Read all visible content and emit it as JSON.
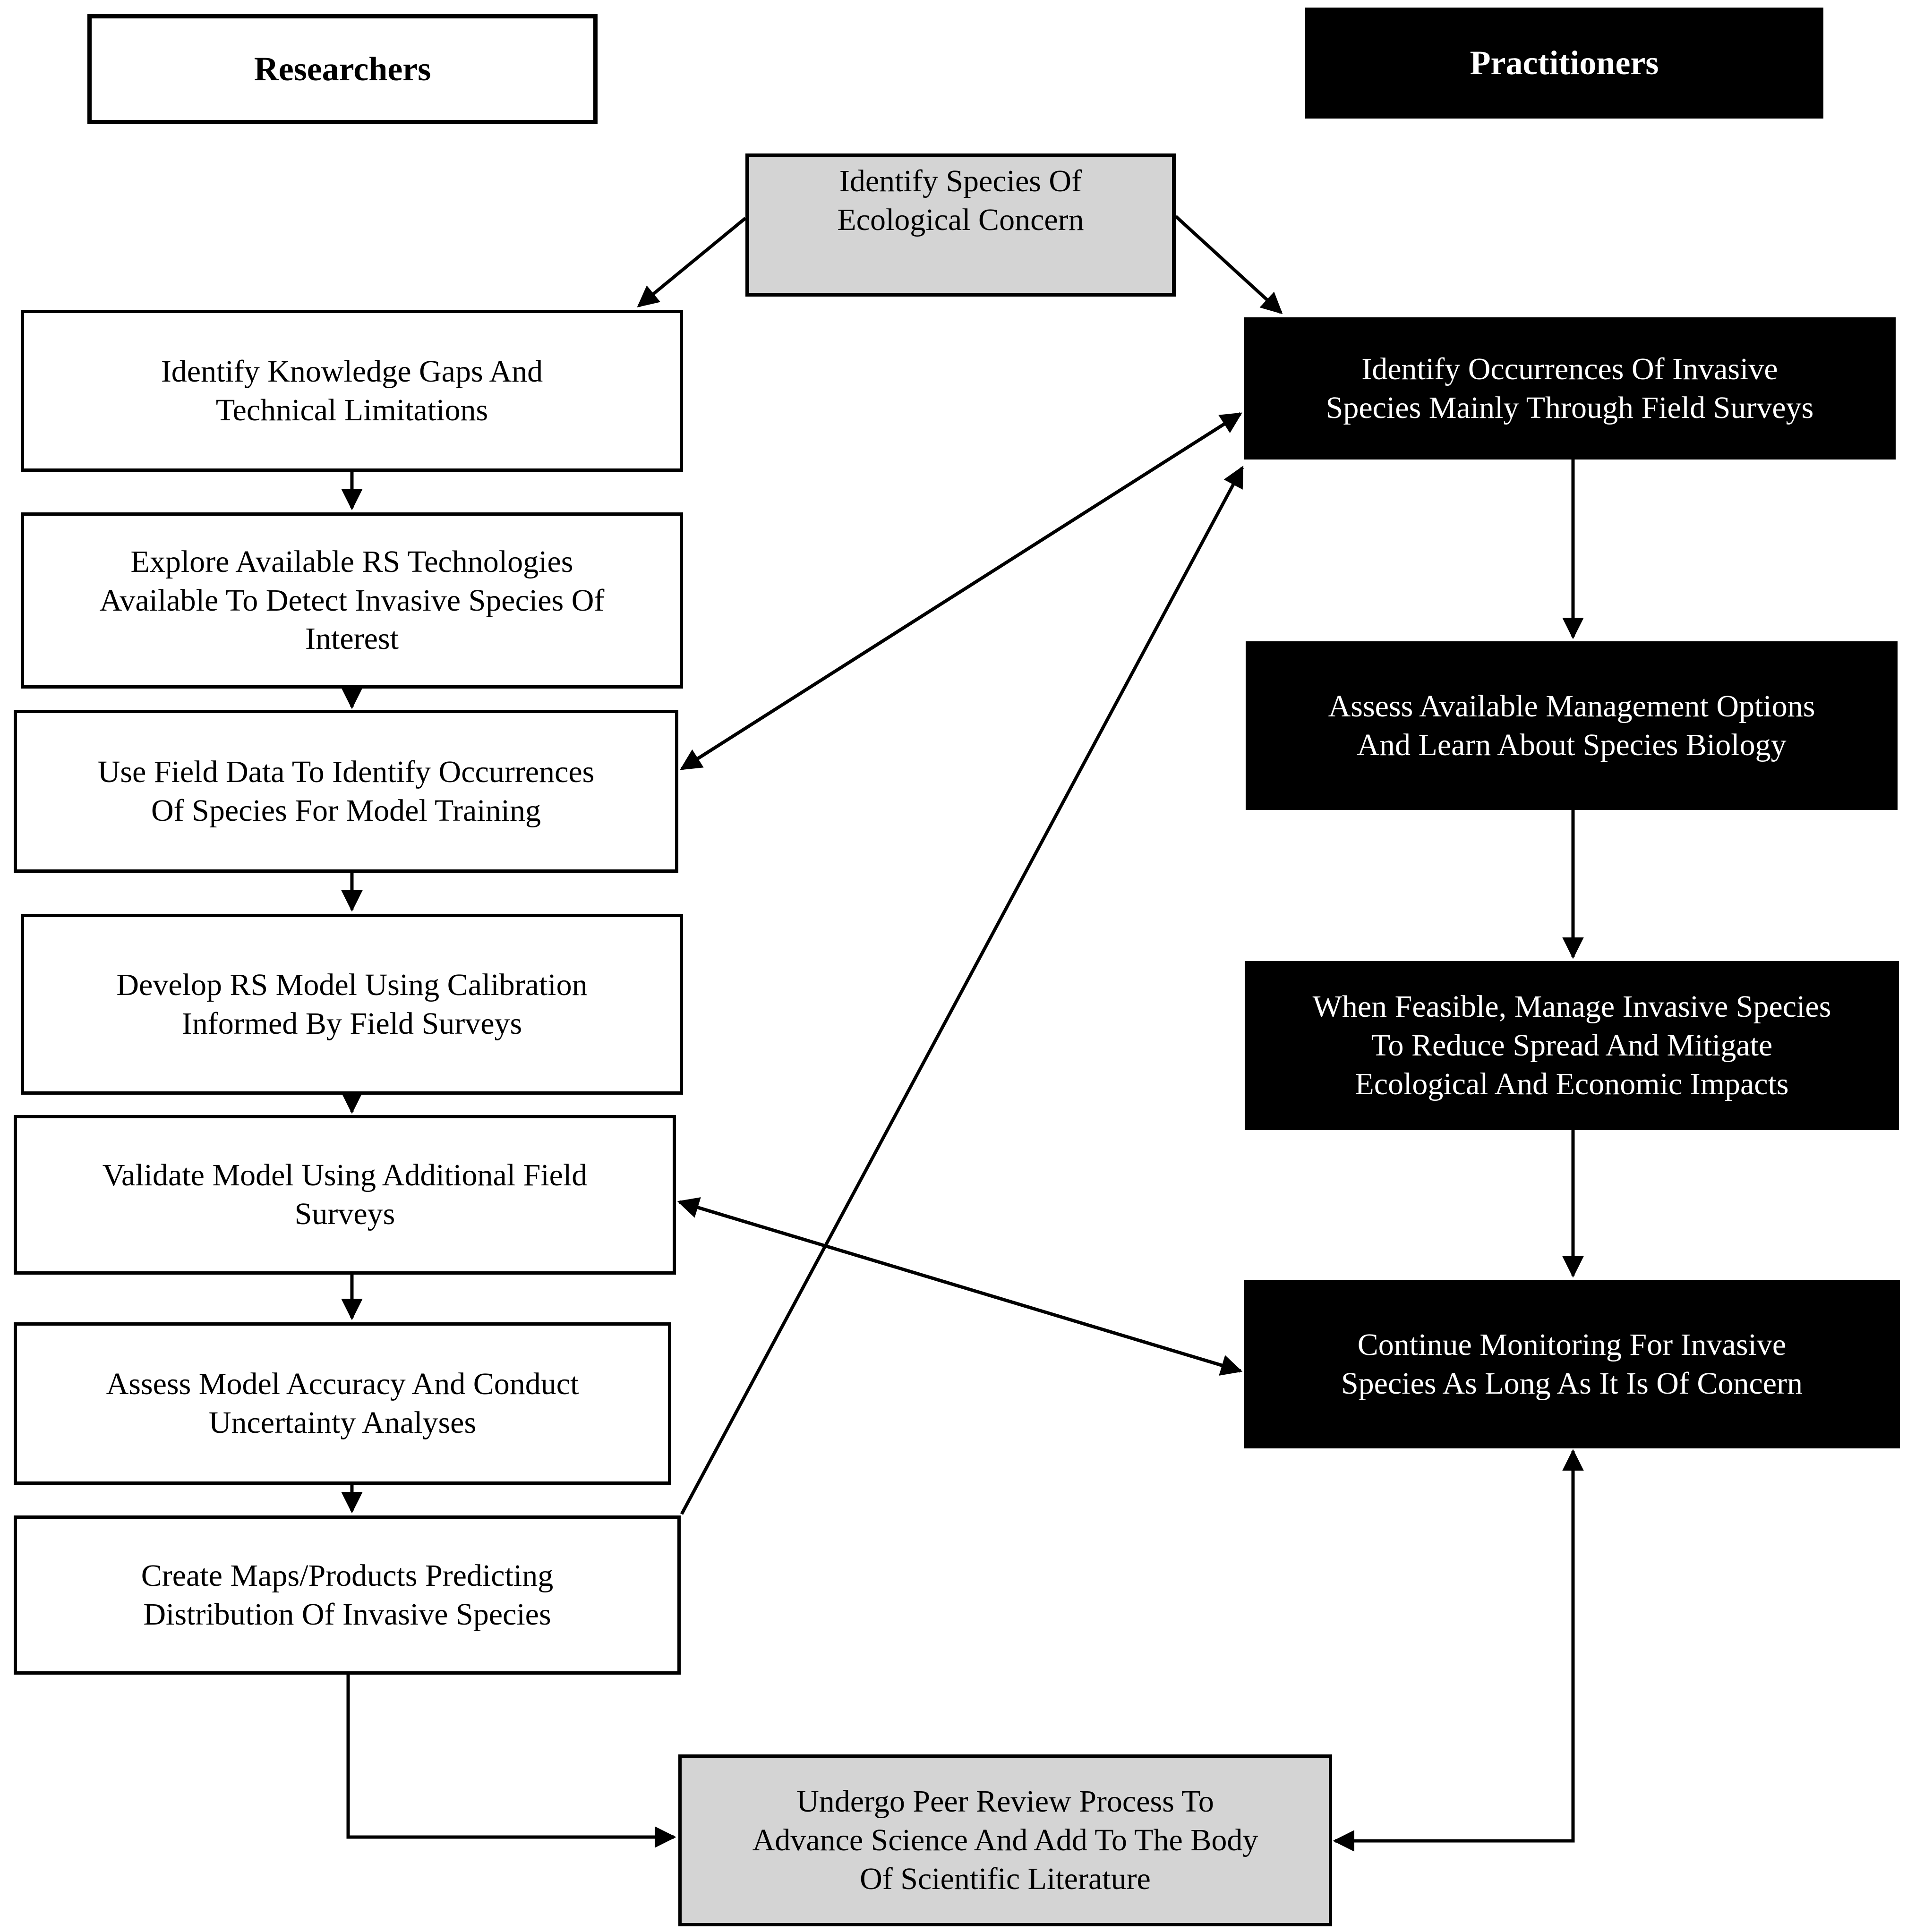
{
  "columns": {
    "researchers": "Researchers",
    "practitioners": "Practitioners"
  },
  "nodes": {
    "identify_species": "Identify Species Of\nEcological Concern",
    "knowledge_gaps": "Identify Knowledge Gaps And\nTechnical Limitations",
    "explore_rs": "Explore Available RS Technologies\nAvailable To Detect Invasive Species Of\nInterest",
    "field_data": "Use Field Data To Identify Occurrences\nOf Species For Model Training",
    "develop_model": "Develop RS Model Using Calibration\nInformed By Field Surveys",
    "validate_model": "Validate Model Using Additional Field\nSurveys",
    "assess_accuracy": "Assess Model Accuracy And Conduct\nUncertainty Analyses",
    "create_maps": "Create Maps/Products Predicting\nDistribution Of Invasive Species",
    "identify_occurrences": "Identify Occurrences Of Invasive\nSpecies Mainly Through Field Surveys",
    "assess_management": "Assess Available Management Options\nAnd Learn About Species Biology",
    "manage_species": "When Feasible, Manage Invasive Species\nTo Reduce Spread And Mitigate\nEcological And Economic Impacts",
    "continue_monitoring": "Continue Monitoring For Invasive\nSpecies As Long As It Is Of Concern",
    "peer_review": "Undergo Peer Review Process To\nAdvance Science And Add To The Body\nOf Scientific Literature"
  },
  "connectors": [
    {
      "from": "identify_species",
      "to": "knowledge_gaps",
      "bidirectional": false
    },
    {
      "from": "identify_species",
      "to": "identify_occurrences",
      "bidirectional": false
    },
    {
      "from": "knowledge_gaps",
      "to": "explore_rs",
      "bidirectional": false
    },
    {
      "from": "explore_rs",
      "to": "field_data",
      "bidirectional": false
    },
    {
      "from": "field_data",
      "to": "develop_model",
      "bidirectional": false
    },
    {
      "from": "develop_model",
      "to": "validate_model",
      "bidirectional": false
    },
    {
      "from": "validate_model",
      "to": "assess_accuracy",
      "bidirectional": false
    },
    {
      "from": "assess_accuracy",
      "to": "create_maps",
      "bidirectional": false
    },
    {
      "from": "create_maps",
      "to": "peer_review",
      "bidirectional": false
    },
    {
      "from": "identify_occurrences",
      "to": "assess_management",
      "bidirectional": false
    },
    {
      "from": "assess_management",
      "to": "manage_species",
      "bidirectional": false
    },
    {
      "from": "manage_species",
      "to": "continue_monitoring",
      "bidirectional": false
    },
    {
      "from": "field_data",
      "to": "identify_occurrences",
      "bidirectional": true
    },
    {
      "from": "create_maps",
      "to": "identify_occurrences",
      "bidirectional": false
    },
    {
      "from": "validate_model",
      "to": "continue_monitoring",
      "bidirectional": true
    },
    {
      "from": "peer_review",
      "to": "continue_monitoring",
      "bidirectional": true
    }
  ],
  "colors": {
    "background": "#ffffff",
    "researcher_box_fill": "#ffffff",
    "practitioner_box_fill": "#000000",
    "shared_box_fill": "#d4d4d4",
    "line_color": "#000000",
    "text_dark": "#000000",
    "text_light": "#ffffff"
  }
}
